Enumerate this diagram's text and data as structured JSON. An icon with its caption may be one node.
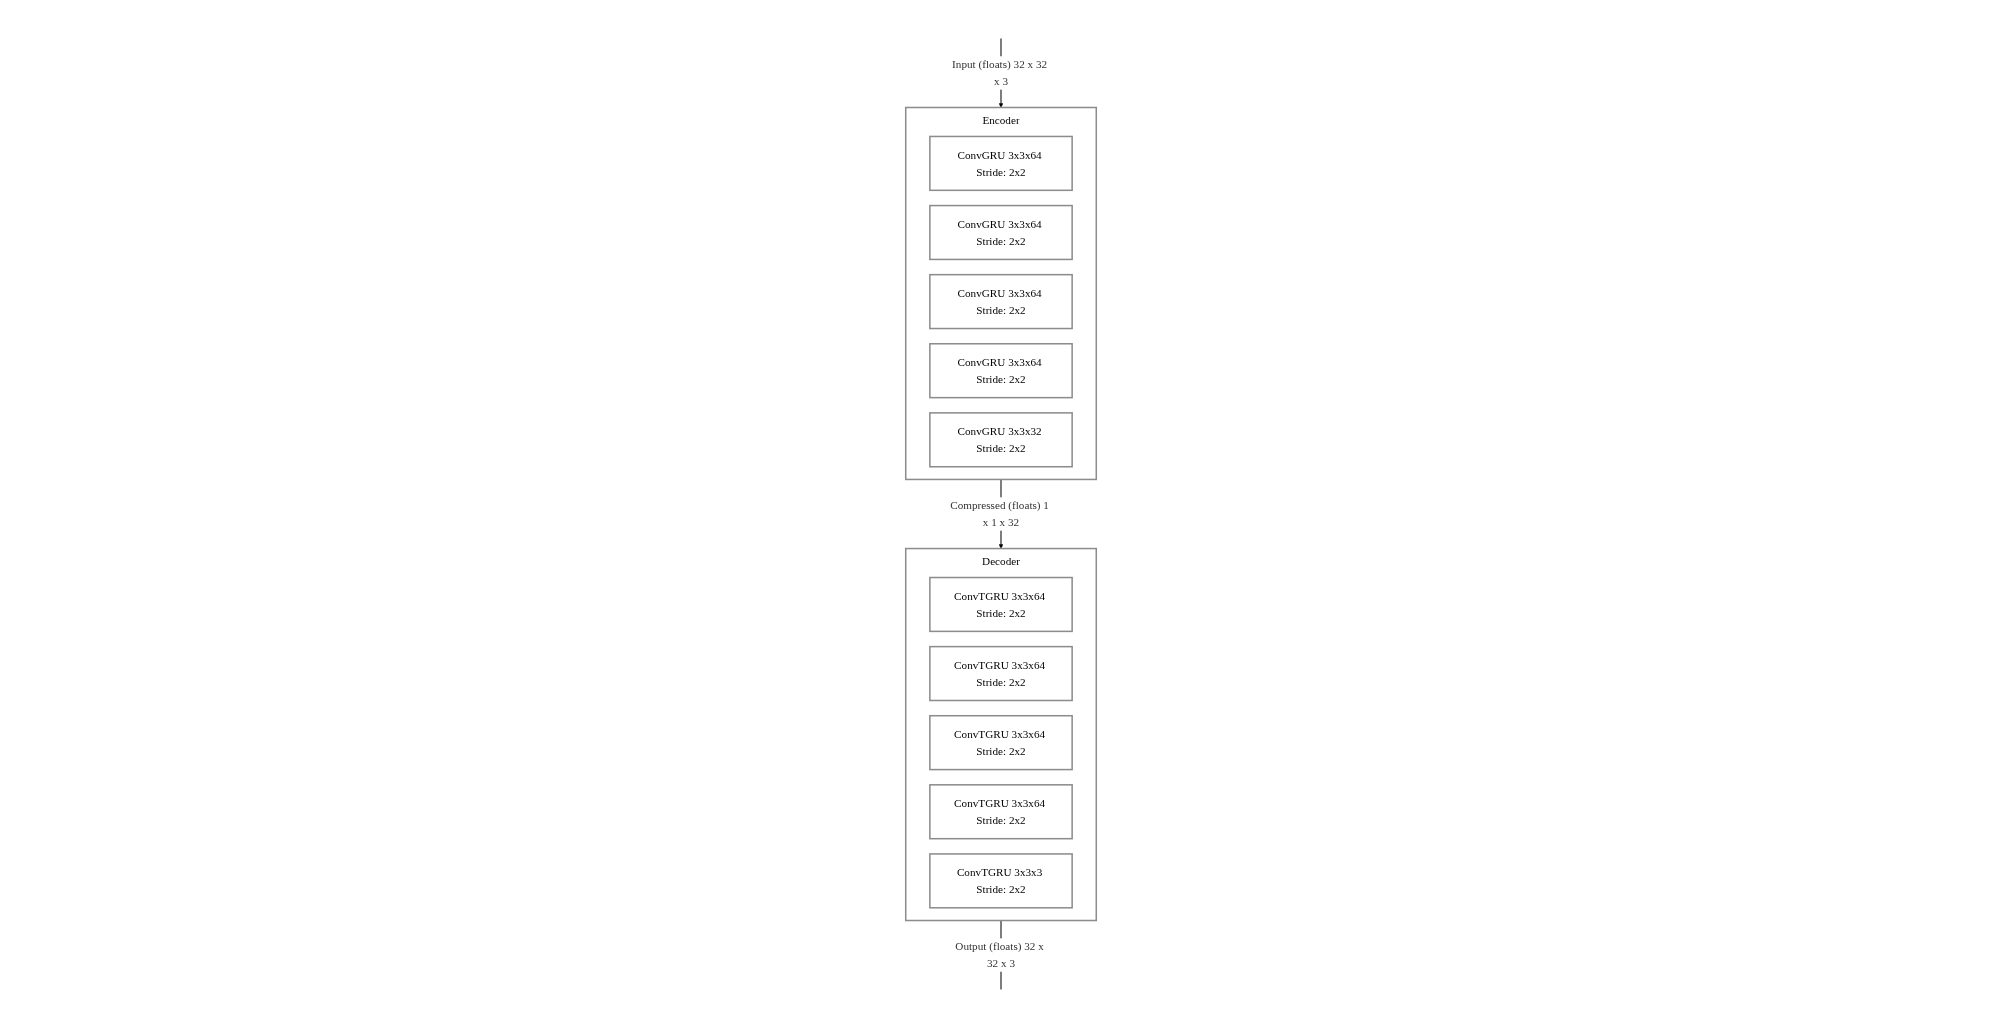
{
  "diagram": {
    "nodes": [
      {
        "text": [
          "Encoder"
        ]
      },
      {
        "text": [
          "ConvGRU 3x3x64 Stride: 2x2"
        ],
        "in": 0
      },
      {
        "text": [
          "ConvGRU 3x3x64 Stride: 2x2"
        ],
        "in": 0
      },
      {
        "text": [
          "ConvGRU 3x3x64 Stride: 2x2"
        ],
        "in": 0
      },
      {
        "text": [
          "ConvGRU 3x3x64 Stride: 2x2"
        ],
        "in": 0
      },
      {
        "text": [
          "ConvGRU 3x3x32 Stride: 2x2"
        ],
        "in": 0
      },
      {
        "text": [
          "Decoder"
        ]
      },
      {
        "text": [
          "ConvTGRU 3x3x64 Stride: 2x2"
        ],
        "in": 6
      },
      {
        "text": [
          "ConvTGRU 3x3x64 Stride: 2x2"
        ],
        "in": 6
      },
      {
        "text": [
          "ConvTGRU 3x3x64 Stride: 2x2"
        ],
        "in": 6
      },
      {
        "text": [
          "ConvTGRU 3x3x64 Stride: 2x2"
        ],
        "in": 6
      },
      {
        "text": [
          "ConvTGRU 3x3x3 Stride: 2x2"
        ],
        "in": 6
      }
    ],
    "edges": [
      {
        "from": null,
        "to": 0,
        "arrow": "to",
        "label": "Input (floats) 32 x 32 x 3"
      },
      {
        "from": 0,
        "to": 6,
        "arrow": "to",
        "label": "Compressed (floats) 1 x 1 x 32"
      },
      {
        "from": 6,
        "to": null,
        "arrow": "none",
        "label": "Output (floats) 32 x 32 x 3"
      }
    ]
  }
}
